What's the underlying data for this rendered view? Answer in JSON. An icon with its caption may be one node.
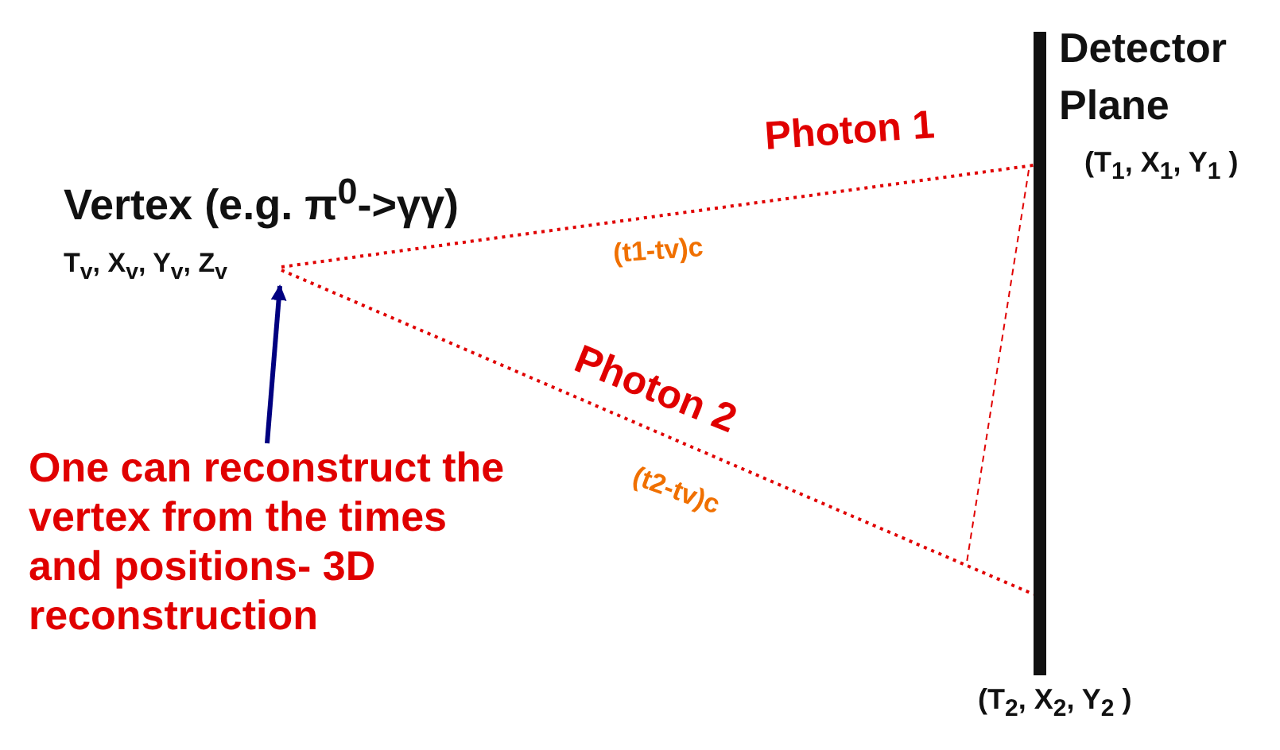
{
  "diagram": {
    "nodes": [
      {
        "text": [
          "T$_{v}$, X$_{v}$, Y$_{v}$, Z$_{v}$"
        ],
        "beside": [
          "Vertex (e.g. π$^{0}$->γγ)"
        ]
      },
      {
        "text": [
          "Detector Plane"
        ]
      },
      {
        "text": [
          "One can reconstruct the vertex from the times and positions- 3D reconstruction"
        ]
      }
    ],
    "edges": [
      {
        "from": 0,
        "to": 1,
        "arrow": "none",
        "label": "Photon 1",
        "style": "dashed"
      },
      {
        "from": 0,
        "to": 1,
        "arrow": "none",
        "label": "Photon 2",
        "style": "dashed"
      },
      {
        "from": 2,
        "to": 0,
        "arrow": "to",
        "color": "#000080"
      }
    ],
    "labels": [
      "(T$_{1}$, X$_{1}$, Y$_{1}$ )",
      "(t1-tv)c",
      "(t2-tv)c",
      "(T$_{2}$, X$_{2}$, Y$_{2}$ )"
    ]
  }
}
